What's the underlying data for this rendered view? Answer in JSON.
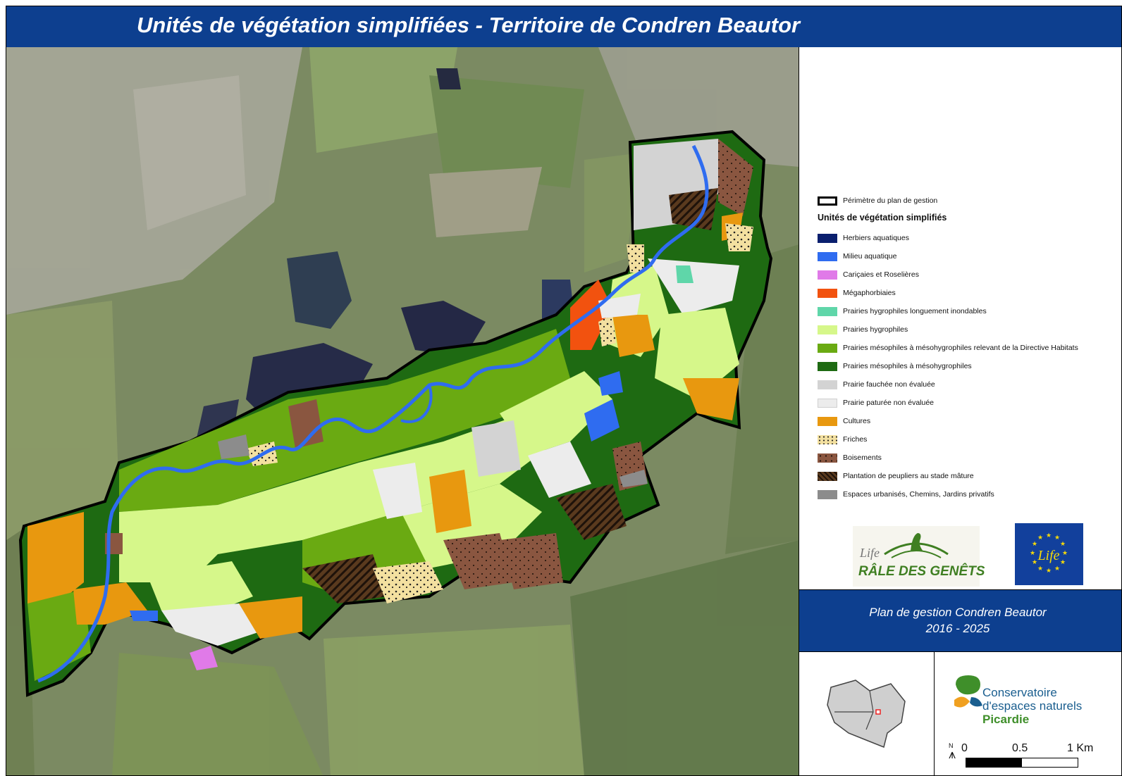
{
  "title": "Unités de végétation simplifiées - Territoire de Condren Beautor",
  "legend": {
    "perimeter_label": "Périmètre du plan de gestion",
    "heading": "Unités de végétation simplifiés",
    "items": [
      {
        "label": "Herbiers aquatiques",
        "color": "#0a1f6e"
      },
      {
        "label": "Milieu aquatique",
        "color": "#2f6cf0"
      },
      {
        "label": "Cariçaies et Roselières",
        "color": "#e07ae8"
      },
      {
        "label": "Mégaphorbiaies",
        "color": "#f2520f"
      },
      {
        "label": "Prairies hygrophiles longuement inondables",
        "color": "#5fd6a9"
      },
      {
        "label": "Prairies hygrophiles",
        "color": "#d6f78a"
      },
      {
        "label": "Prairies mésophiles à mésohygrophiles relevant de la Directive Habitats",
        "color": "#6aaa12"
      },
      {
        "label": "Prairies mésophiles à mésohygrophiles",
        "color": "#1e6a12"
      },
      {
        "label": "Prairie fauchée non évaluée",
        "color": "#d3d3d3"
      },
      {
        "label": "Prairie paturée non évaluée",
        "color": "#ececec"
      },
      {
        "label": "Cultures",
        "color": "#e8980f"
      },
      {
        "label": "Friches",
        "color": "#f3e0a0"
      },
      {
        "label": "Boisements",
        "color": "#8a5640"
      },
      {
        "label": "Plantation de peupliers au stade mâture",
        "color": "#5a3a1e"
      },
      {
        "label": "Espaces urbanisés, Chemins, Jardins privatifs",
        "color": "#8c8c8c"
      }
    ]
  },
  "logos": {
    "rale": {
      "life_word": "Life",
      "name": "RÂLE DES GENÊTS"
    },
    "eu": {
      "word": "Life"
    }
  },
  "plan": {
    "line1": "Plan de gestion Condren Beautor",
    "line2": "2016 - 2025"
  },
  "cen": {
    "line1": "Conservatoire",
    "line2": "d'espaces naturels",
    "line3": "Picardie"
  },
  "scale": {
    "north": "N",
    "labels": [
      "0",
      "0.5",
      "1 Km"
    ]
  }
}
